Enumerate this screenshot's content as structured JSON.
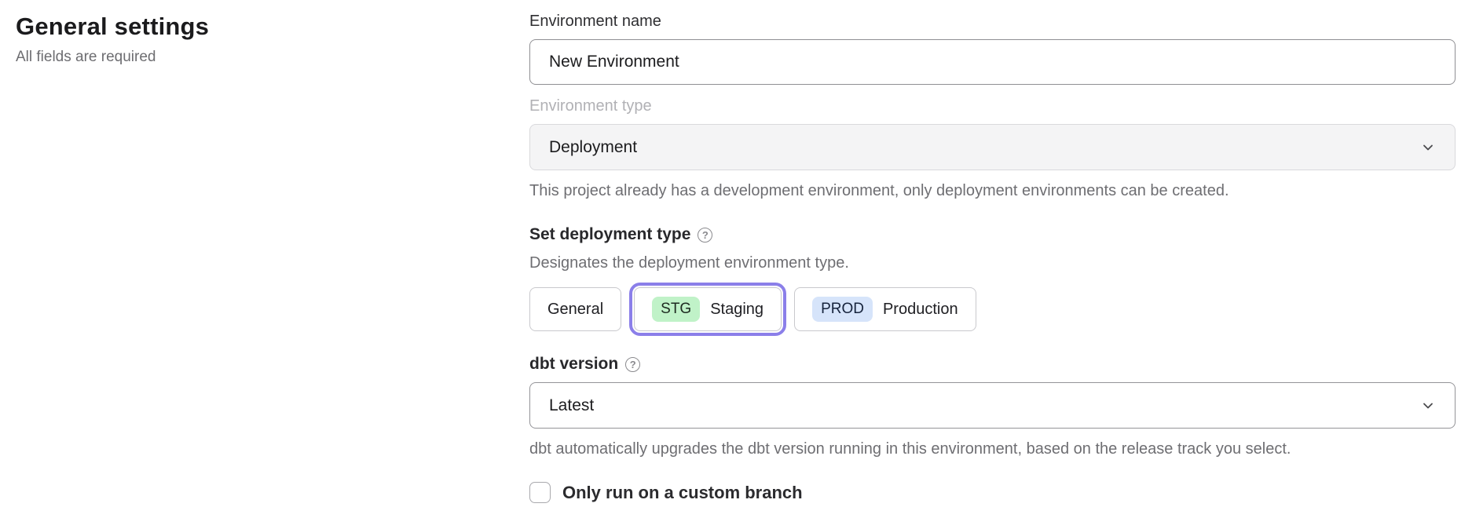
{
  "page": {
    "title": "General settings",
    "subtitle": "All fields are required"
  },
  "form": {
    "environment_name": {
      "label": "Environment name",
      "value": "New Environment"
    },
    "environment_type": {
      "label": "Environment type",
      "value": "Deployment",
      "disabled": true,
      "helper": "This project already has a development environment, only deployment environments can be created."
    },
    "deployment_type": {
      "label": "Set deployment type",
      "helper": "Designates the deployment environment type.",
      "options": [
        {
          "label": "General",
          "badge": "",
          "selected": false
        },
        {
          "label": "Staging",
          "badge": "STG",
          "selected": true
        },
        {
          "label": "Production",
          "badge": "PROD",
          "selected": false
        }
      ]
    },
    "dbt_version": {
      "label": "dbt version",
      "value": "Latest",
      "helper": "dbt automatically upgrades the dbt version running in this environment, based on the release track you select."
    },
    "custom_branch": {
      "label": "Only run on a custom branch",
      "checked": false
    }
  },
  "icons": {
    "help": "?"
  },
  "colors": {
    "accent": "#8b7fe9",
    "badge-green": "#c0f2c8",
    "badge-blue": "#d6e4fa"
  }
}
